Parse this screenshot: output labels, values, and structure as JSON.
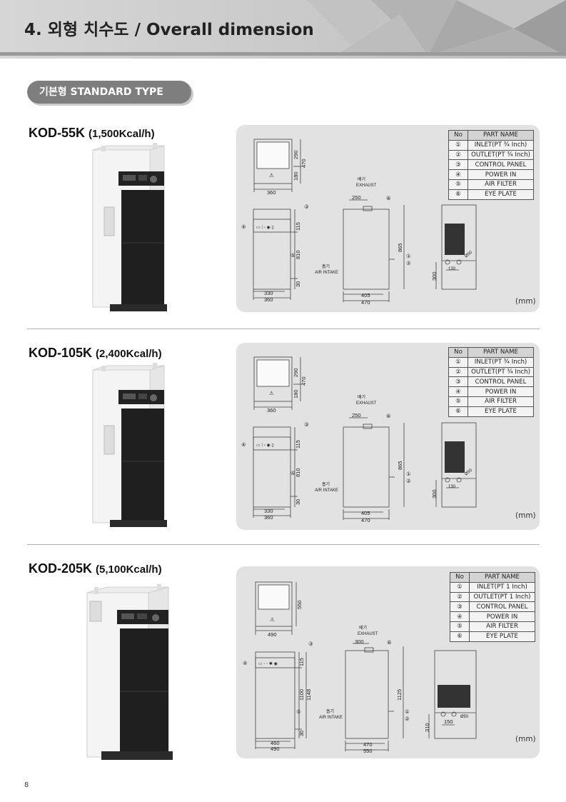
{
  "header": {
    "title": "4. 외형 치수도 / Overall dimension"
  },
  "type_label": "기본형  STANDARD TYPE",
  "unit": "(mm)",
  "page_number": "8",
  "table_header": {
    "no": "No",
    "name": "PART NAME"
  },
  "labels": {
    "exhaust_ko": "배기",
    "exhaust_en": "EXHAUST",
    "intake_ko": "흡기",
    "intake_en": "AIR INTAKE"
  },
  "models": [
    {
      "name": "KOD-55K",
      "capacity": "(1,500Kcal/h)",
      "parts": [
        {
          "no": "①",
          "name": "INLET(PT ¾ Inch)"
        },
        {
          "no": "②",
          "name": "OUTLET(PT ¾ Inch)"
        },
        {
          "no": "③",
          "name": "CONTROL PANEL"
        },
        {
          "no": "④",
          "name": "POWER IN"
        },
        {
          "no": "⑤",
          "name": "AIR FILTER"
        },
        {
          "no": "⑥",
          "name": "EYE PLATE"
        }
      ],
      "dims": {
        "top_h1": "290",
        "top_h2": "470",
        "top_h3": "180",
        "top_w": "360",
        "front_h1": "115",
        "front_h2": "810",
        "front_h3": "30",
        "front_w1": "330",
        "front_w2": "360",
        "side_top": "250",
        "side_h": "865",
        "side_w1": "405",
        "side_w2": "470",
        "back_h": "300",
        "back_w": "130",
        "back_d": "Ø50"
      }
    },
    {
      "name": "KOD-105K",
      "capacity": "(2,400Kcal/h)",
      "parts": [
        {
          "no": "①",
          "name": "INLET(PT ¾ Inch)"
        },
        {
          "no": "②",
          "name": "OUTLET(PT ¾ Inch)"
        },
        {
          "no": "③",
          "name": "CONTROL PANEL"
        },
        {
          "no": "④",
          "name": "POWER IN"
        },
        {
          "no": "⑤",
          "name": "AIR FILTER"
        },
        {
          "no": "⑥",
          "name": "EYE PLATE"
        }
      ],
      "dims": {
        "top_h1": "290",
        "top_h2": "470",
        "top_h3": "180",
        "top_w": "360",
        "front_h1": "115",
        "front_h2": "810",
        "front_h3": "30",
        "front_w1": "330",
        "front_w2": "360",
        "side_top": "250",
        "side_h": "865",
        "side_w1": "405",
        "side_w2": "470",
        "back_h": "300",
        "back_w": "130",
        "back_d": "Ø50"
      }
    },
    {
      "name": "KOD-205K",
      "capacity": "(5,100Kcal/h)",
      "parts": [
        {
          "no": "①",
          "name": "INLET(PT 1 Inch)"
        },
        {
          "no": "②",
          "name": "OUTLET(PT 1 Inch)"
        },
        {
          "no": "③",
          "name": "CONTROL PANEL"
        },
        {
          "no": "④",
          "name": "POWER IN"
        },
        {
          "no": "⑤",
          "name": "AIR FILTER"
        },
        {
          "no": "⑥",
          "name": "EYE PLATE"
        }
      ],
      "dims": {
        "top_h1": "550",
        "top_w": "490",
        "front_h1": "115",
        "front_h2": "1100",
        "front_h2b": "1148",
        "front_h3": "30",
        "front_w1": "460",
        "front_w2": "490",
        "side_top": "300",
        "side_h": "1125",
        "side_w1": "470",
        "side_w2": "550",
        "back_h": "310",
        "back_w": "150",
        "back_d": "Ø50"
      }
    }
  ]
}
